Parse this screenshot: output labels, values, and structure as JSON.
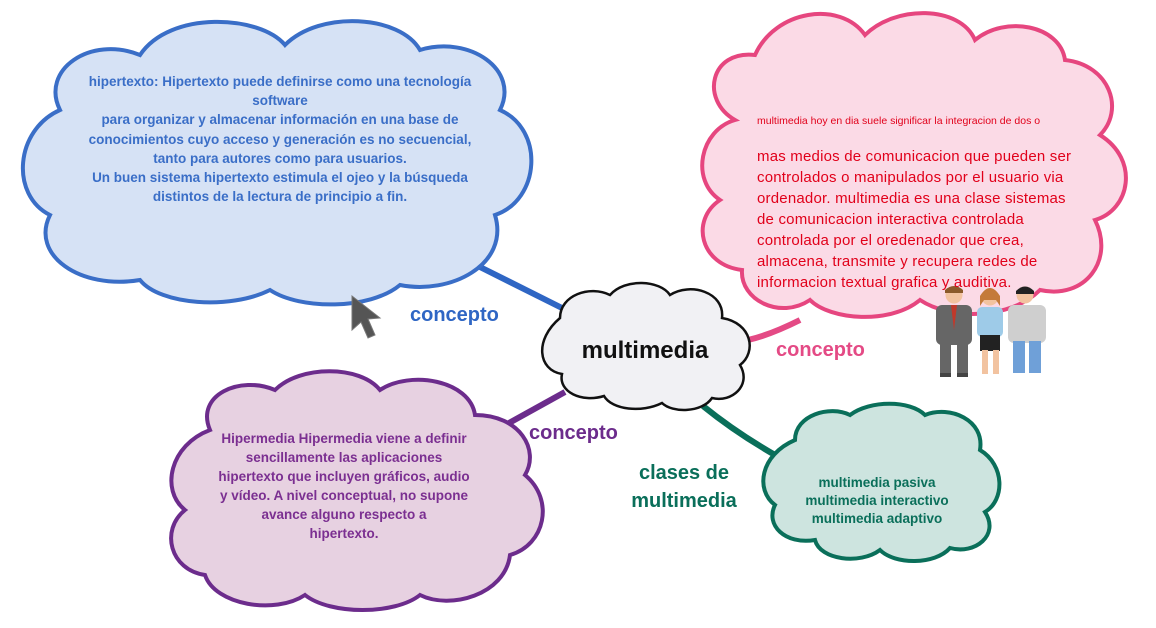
{
  "central": {
    "label": "multimedia"
  },
  "branches": {
    "hipertexto": {
      "link_label": "concepto",
      "text": "hipertexto: Hipertexto puede definirse como una tecnología software\npara organizar y almacenar información en una base de\nconocimientos cuyo acceso y generación es no secuencial,\ntanto para autores como para usuarios.\nUn buen sistema hipertexto estimula el ojeo y la búsqueda\ndistintos de la lectura de principio a fin."
    },
    "definicion": {
      "link_label": "concepto",
      "text_small": "multimedia hoy en dia suele significar la integracion de dos o",
      "text_large": "mas medios de comunicacion que pueden ser controlados o manipulados por el usuario via ordenador. multimedia es una clase sistemas de comunicacion interactiva controlada controlada por el oredenador que crea, almacena, transmite y recupera redes de informacion textual grafica y auditiva."
    },
    "hipermedia": {
      "link_label": "concepto",
      "text": "Hipermedia Hipermedia viene a definir sencillamente las aplicaciones\nhipertexto que incluyen gráficos, audio y vídeo. A nivel conceptual, no supone avance alguno respecto a\nhipertexto."
    },
    "clases": {
      "link_label": "clases de\nmultimedia",
      "text": "multimedia pasiva\nmultimedia interactivo\nmultimedia adaptivo"
    }
  },
  "icons": [
    "cursor-arrow-icon",
    "people-group-icon"
  ],
  "colors": {
    "blue": "#3a6ec7",
    "blue_fill": "#d6e2f5",
    "pink": "#e6467f",
    "pink_fill": "#fbdae6",
    "pink_text": "#e1001a",
    "purple": "#6c2c8c",
    "purple_fill": "#e7d1e1",
    "teal": "#0a6f5a",
    "teal_fill": "#cde4df",
    "central_fill": "#f1f1f4"
  }
}
